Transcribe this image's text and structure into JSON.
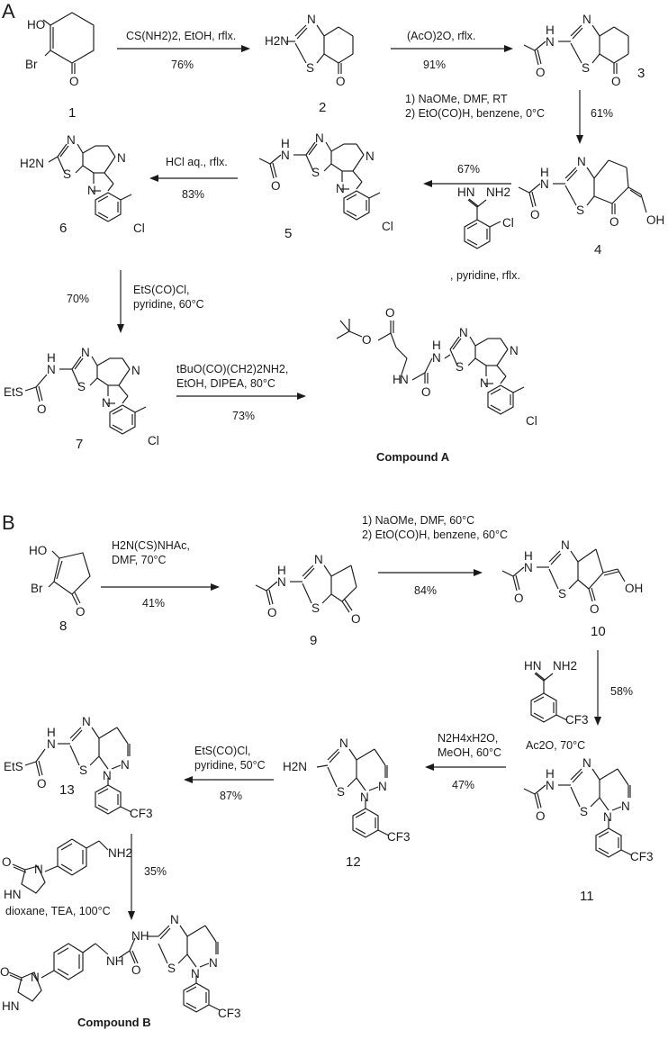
{
  "panels": [
    {
      "label": "A",
      "compounds": {
        "c1": "1",
        "c2": "2",
        "c3": "3",
        "c4": "4",
        "c5": "5",
        "c6": "6",
        "c7": "7",
        "final": "Compound A"
      },
      "steps": {
        "s1": {
          "cond": [
            "CS(NH2)2, EtOH, rflx."
          ],
          "yield": "76%"
        },
        "s2": {
          "cond": [
            "(AcO)2O, rflx."
          ],
          "yield": "91%"
        },
        "s3": {
          "cond": [
            "1) NaOMe, DMF, RT",
            "2) EtO(CO)H, benzene, 0°C"
          ],
          "yield": "61%"
        },
        "s4": {
          "cond": [
            ", pyridine, rflx."
          ],
          "yield": "67%"
        },
        "s5": {
          "cond": [
            "HCl aq., rflx."
          ],
          "yield": "83%"
        },
        "s6": {
          "cond": [
            "EtS(CO)Cl,",
            "pyridine, 60°C"
          ],
          "yield": "70%"
        },
        "s7": {
          "cond": [
            "tBuO(CO)(CH2)2NH2,",
            "EtOH, DIPEA, 80°C"
          ],
          "yield": "73%"
        }
      }
    },
    {
      "label": "B",
      "compounds": {
        "c8": "8",
        "c9": "9",
        "c10": "10",
        "c11": "11",
        "c12": "12",
        "c13": "13",
        "final": "Compound B"
      },
      "steps": {
        "s1": {
          "cond": [
            "H2N(CS)NHAc,",
            "DMF, 70°C"
          ],
          "yield": "41%"
        },
        "s2": {
          "cond": [
            "1) NaOMe, DMF, 60°C",
            "2) EtO(CO)H, benzene, 60°C"
          ],
          "yield": "84%"
        },
        "s3": {
          "cond": [
            "Ac2O, 70°C"
          ],
          "yield": "58%"
        },
        "s4": {
          "cond": [
            "N2H4xH2O,",
            "MeOH, 60°C"
          ],
          "yield": "47%"
        },
        "s5": {
          "cond": [
            "EtS(CO)Cl,",
            "pyridine, 50°C"
          ],
          "yield": "87%"
        },
        "s6": {
          "cond": [
            "dioxane, TEA, 100°C"
          ],
          "yield": "35%"
        }
      }
    }
  ],
  "atoms": {
    "HO": "HO",
    "OH": "OH",
    "Br": "Br",
    "O": "O",
    "N": "N",
    "S": "S",
    "H": "H",
    "NH": "NH",
    "HN": "HN",
    "NH2": "NH2",
    "H2N": "H2N",
    "Cl": "Cl",
    "CF3": "CF3",
    "EtS": "EtS"
  },
  "colors": {
    "ink": "#1a1a1a",
    "background": "#ffffff"
  }
}
